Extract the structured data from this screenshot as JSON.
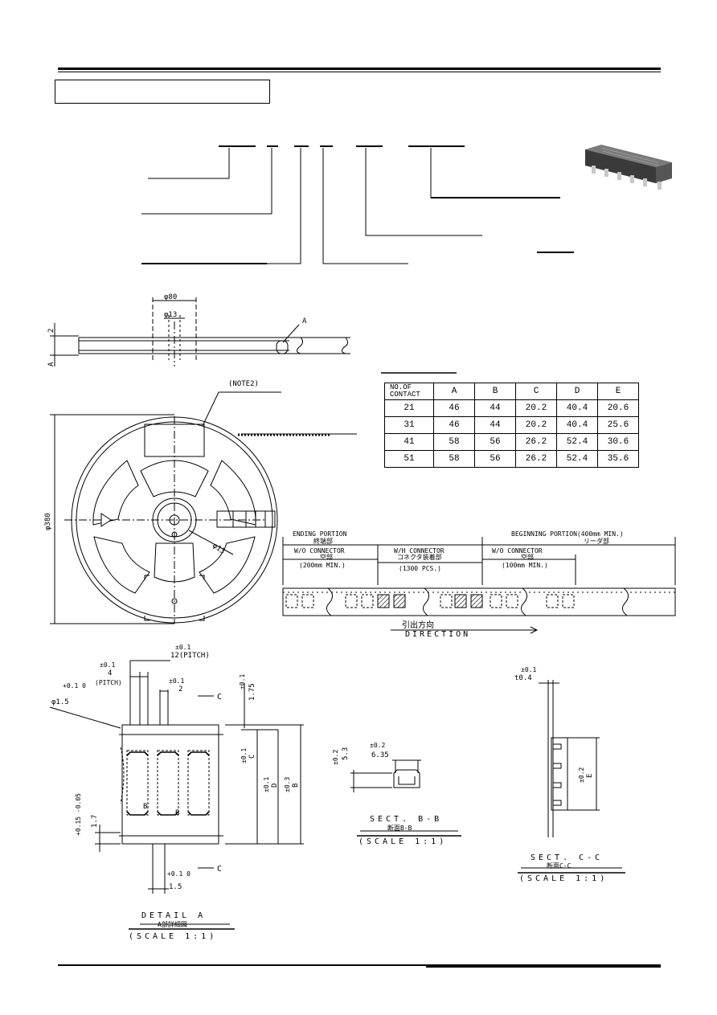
{
  "spec_table": {
    "headers": [
      "NO.OF CONTACT",
      "A",
      "B",
      "C",
      "D",
      "E"
    ],
    "rows": [
      [
        "21",
        "46",
        "44",
        "20.2",
        "40.4",
        "20.6"
      ],
      [
        "31",
        "46",
        "44",
        "20.2",
        "40.4",
        "25.6"
      ],
      [
        "41",
        "58",
        "56",
        "26.2",
        "52.4",
        "30.6"
      ],
      [
        "51",
        "58",
        "56",
        "26.2",
        "52.4",
        "35.6"
      ]
    ]
  },
  "reel": {
    "hub_dia": "φ80",
    "hole_dia": "φ13",
    "flange_gap": "2",
    "width_label": "A",
    "detail_ref": "A",
    "note": "(NOTE2)",
    "outer_dia": "φ380",
    "center_dia": "φ13"
  },
  "tape": {
    "ending": "ENDING PORTION",
    "ending_jp": "終端部",
    "wo1": "W/O CONNECTOR",
    "wo1_jp": "空部",
    "wo1_len": "(200mm MIN.)",
    "wh": "W/H CONNECTOR",
    "wh_jp": "コネクタ装着部",
    "wh_len": "(1300 PCS.)",
    "beginning": "BEGINNING PORTION(400mm MIN.)",
    "beginning_jp": "リーダ部",
    "wo2": "W/O CONNECTOR",
    "wo2_jp": "空部",
    "wo2_len": "(100mm MIN.)",
    "dir_jp": "引出方向",
    "dir": "DIRECTION"
  },
  "detail_a": {
    "pitch12_tol": "±0.1",
    "pitch12": "12(PITCH)",
    "pitch4_tol": "±0.1",
    "pitch4": "4",
    "pitch4_sub": "(PITCH)",
    "two_tol": "±0.1",
    "two": "2",
    "hole_tol": "+0.1\n 0",
    "hole": "φ1.5",
    "v175_tol": "±0.1",
    "v175": "1.75",
    "c_tol": "±0.1",
    "c": "C",
    "d_tol": "±0.1",
    "d": "D",
    "b_tol": "±0.3",
    "b": "B",
    "t17_tol": "+0.15 -0.05",
    "t17": "1.7",
    "b15_tol": "+0.1 0",
    "b15": "1.5",
    "sect_c": "C",
    "sect_b": "B",
    "title": "DETAIL A",
    "title_jp": "A部詳細図",
    "scale": "(SCALE 1:1)"
  },
  "sect_b": {
    "w_tol": "±0.2",
    "w": "6.35",
    "h_tol": "±0.2",
    "h": "5.3",
    "title": "SECT. B-B",
    "title_jp": "断面B-B",
    "scale": "(SCALE 1:1)"
  },
  "sect_c": {
    "t_tol": "±0.1",
    "t": "t0.4",
    "e_tol": "±0.2",
    "e": "E",
    "title": "SECT. C-C",
    "title_jp": "断面C-C",
    "scale": "(SCALE 1:1)"
  },
  "colors": {
    "line": "#000000",
    "frame": "#333333"
  }
}
